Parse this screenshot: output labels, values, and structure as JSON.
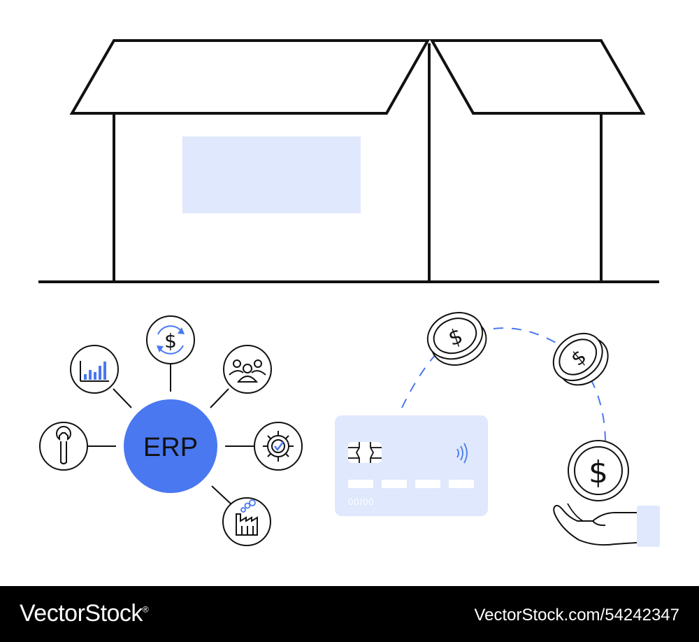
{
  "erp": {
    "label": "ERP"
  },
  "card": {
    "expiry": "00/00"
  },
  "coins": {
    "symbol": "$"
  },
  "footer": {
    "brand": "VectorStock",
    "brand_mark": "®",
    "image_id": "VectorStock.com/54242347"
  },
  "icons": [
    "box-icon",
    "bar-chart-icon",
    "dollar-refresh-icon",
    "team-icon",
    "wrench-icon",
    "gear-check-icon",
    "factory-icon",
    "credit-card-icon",
    "coin-icon",
    "hand-icon"
  ],
  "colors": {
    "accent": "#4a78f0",
    "light_blue": "#dfe8fc",
    "line": "#111111",
    "footer_bg": "#000000"
  }
}
